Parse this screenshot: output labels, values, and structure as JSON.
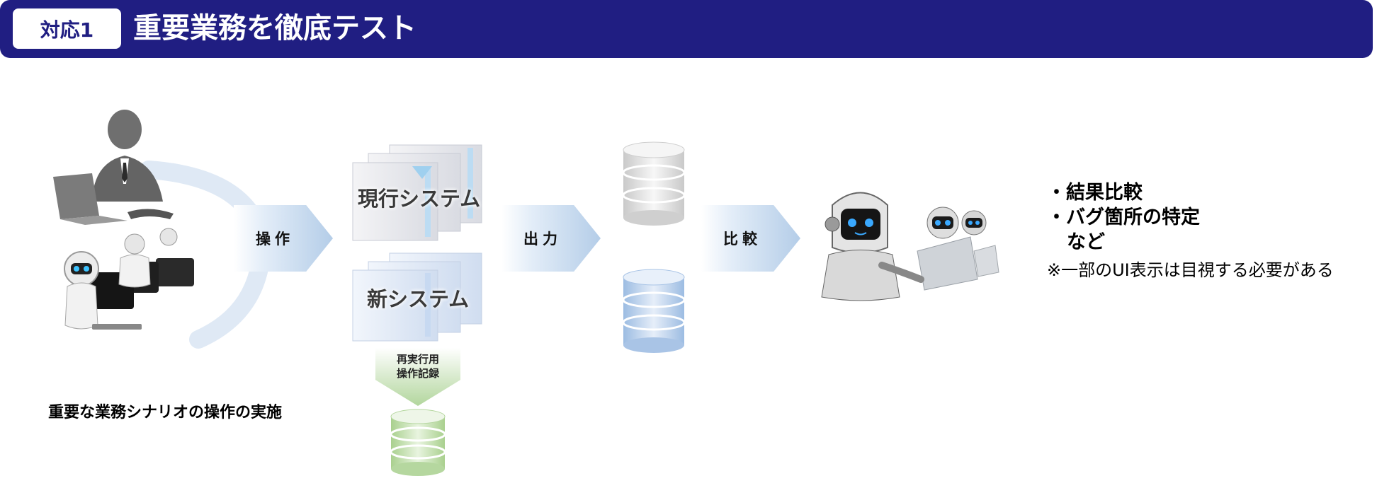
{
  "header": {
    "badge": "対応1",
    "title": "重要業務を徹底テスト"
  },
  "colors": {
    "header_bg": "#201e82",
    "arrow_blue": "#b4cde8",
    "arrow_green": "#b2d69d",
    "db_gray": "#d8d8d8",
    "db_blue": "#b9d0ea",
    "db_green": "#c6e0b4"
  },
  "flow": {
    "arrow1": "操作",
    "arrow2": "出力",
    "arrow3": "比較",
    "current_system": "現行システム",
    "new_system": "新システム",
    "replay_record_line1": "再実行用",
    "replay_record_line2": "操作記録"
  },
  "left": {
    "caption": "重要な業務シナリオの操作の実施",
    "icons": [
      "person-at-laptop-icon",
      "robot-operators-icon"
    ]
  },
  "right": {
    "bullets": [
      "・結果比較",
      "・バグ箇所の特定"
    ],
    "bullet_cont": "など",
    "note": "※一部のUI表示は目視する必要がある",
    "icons": [
      "robot-comparing-icon"
    ]
  }
}
